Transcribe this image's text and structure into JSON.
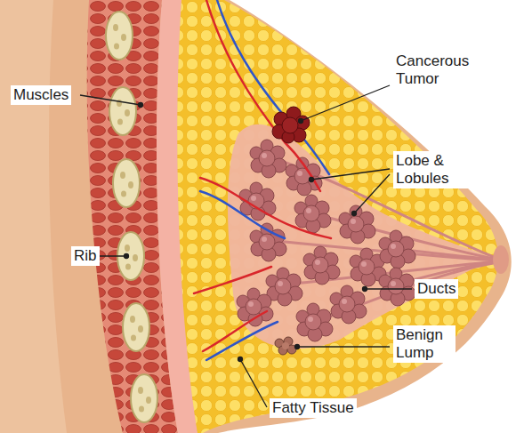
{
  "diagram": {
    "labels": [
      "Muscles",
      "Rib",
      "Cancerous Tumor",
      "Lobe & Lobules",
      "Ducts",
      "Benign Lump",
      "Fatty Tissue"
    ]
  }
}
